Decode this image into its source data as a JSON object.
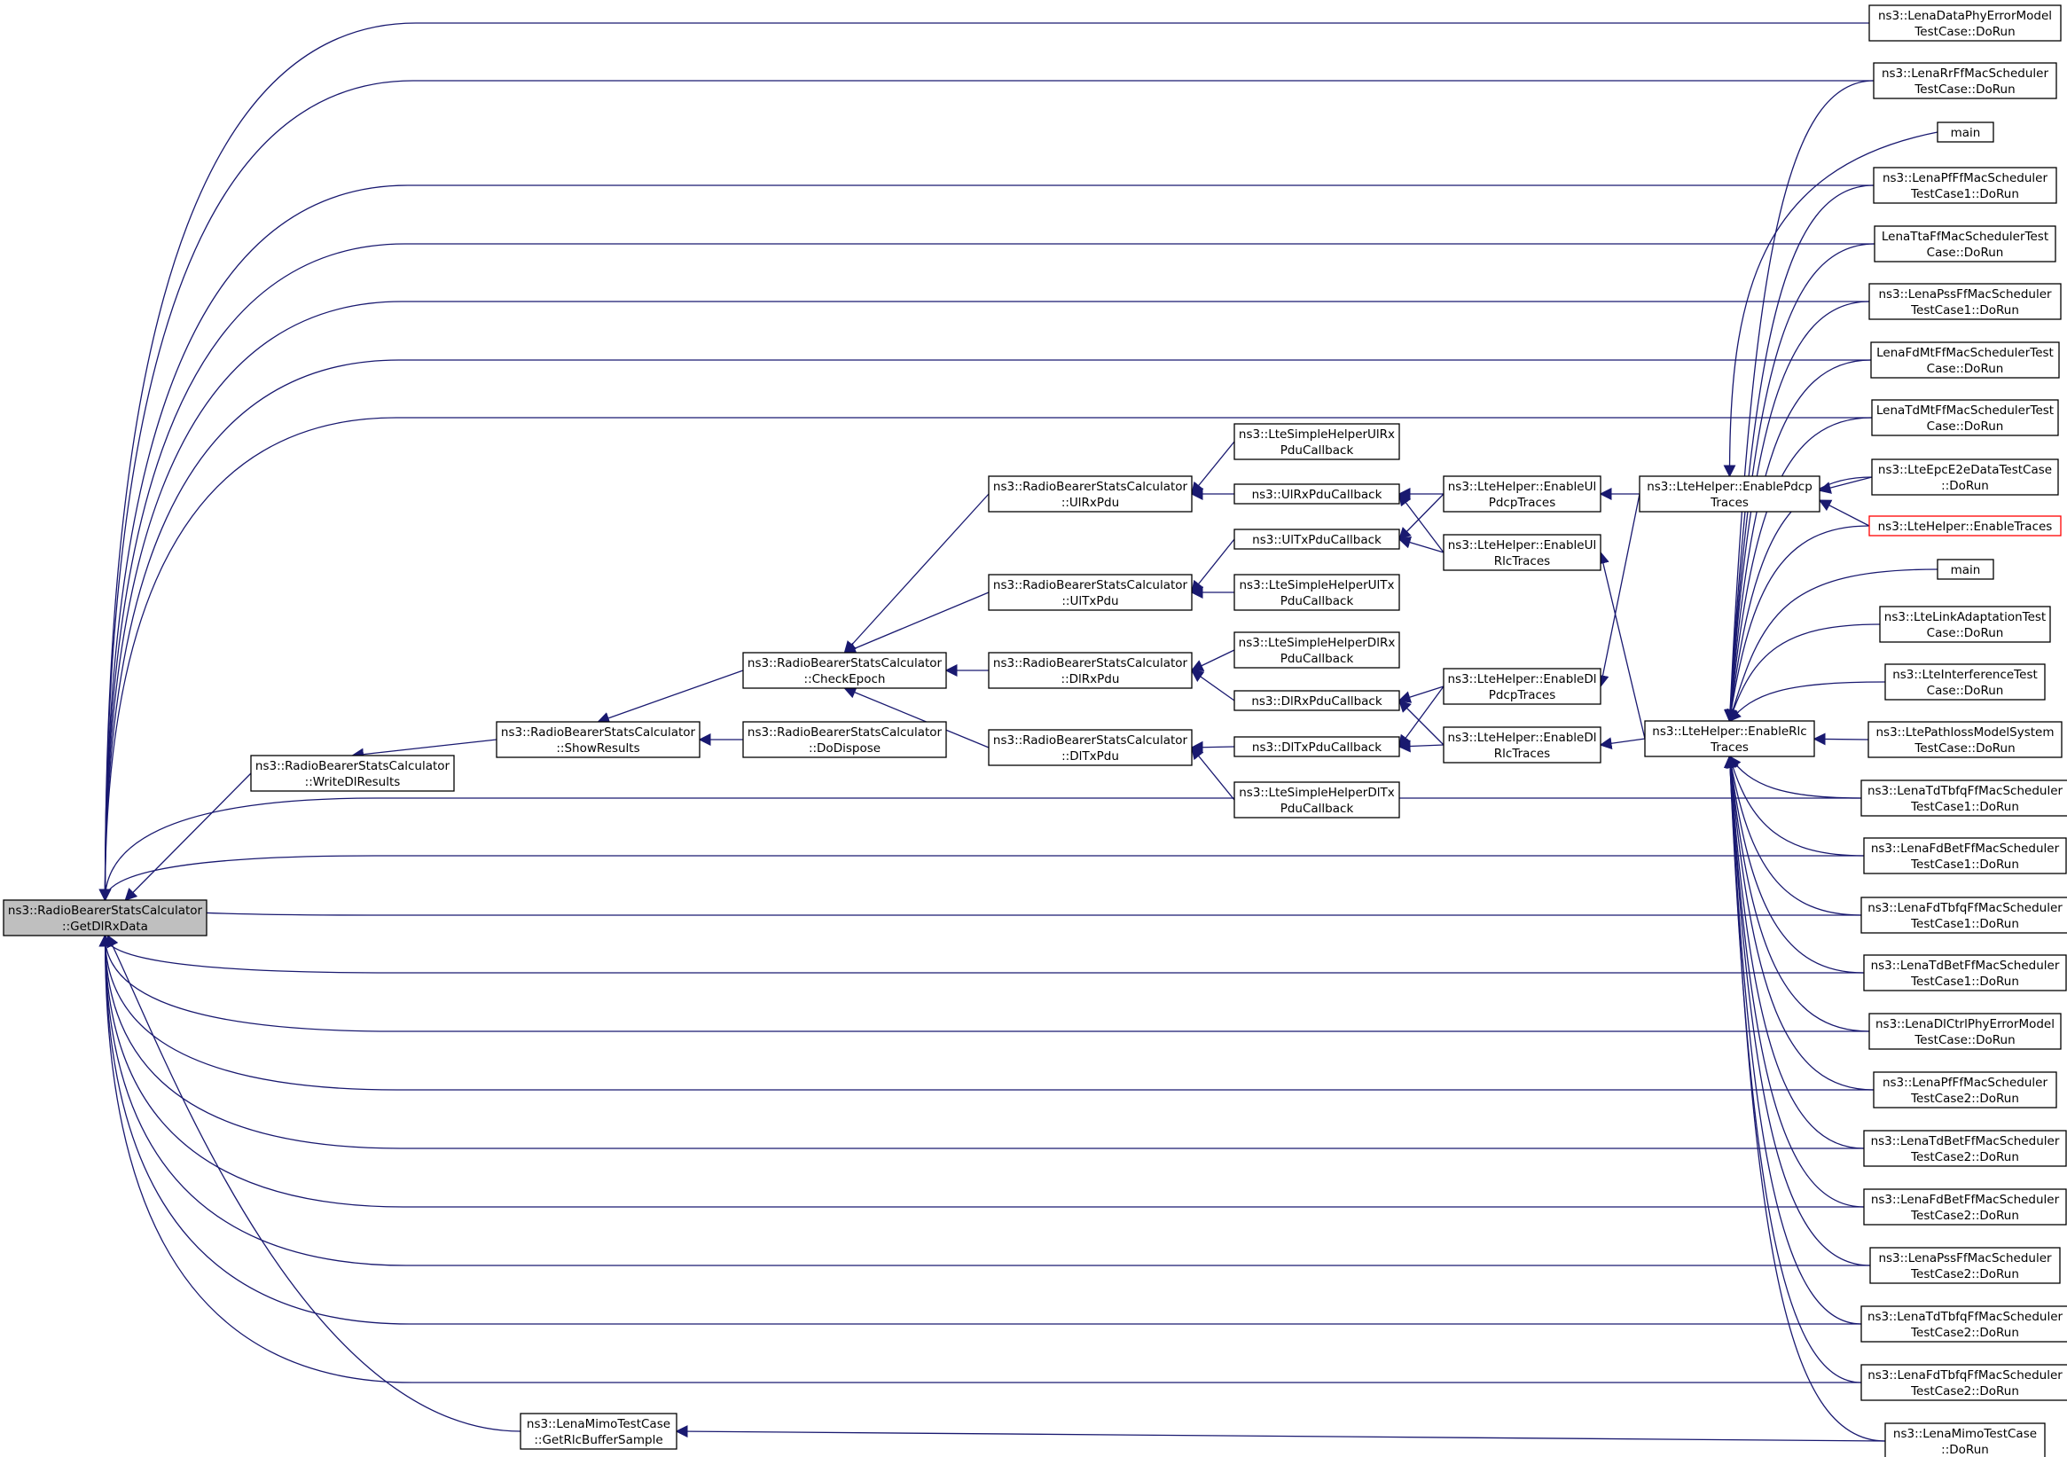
{
  "graph": {
    "root": "GetDlRxData",
    "nodes": [
      {
        "id": "GetDlRxData",
        "lines": [
          "ns3::RadioBearerStatsCalculator",
          "::GetDlRxData"
        ],
        "root": true
      },
      {
        "id": "WriteDlResults",
        "lines": [
          "ns3::RadioBearerStatsCalculator",
          "::WriteDlResults"
        ]
      },
      {
        "id": "ShowResults",
        "lines": [
          "ns3::RadioBearerStatsCalculator",
          "::ShowResults"
        ]
      },
      {
        "id": "CheckEpoch",
        "lines": [
          "ns3::RadioBearerStatsCalculator",
          "::CheckEpoch"
        ]
      },
      {
        "id": "DoDispose",
        "lines": [
          "ns3::RadioBearerStatsCalculator",
          "::DoDispose"
        ]
      },
      {
        "id": "UlRxPdu",
        "lines": [
          "ns3::RadioBearerStatsCalculator",
          "::UlRxPdu"
        ]
      },
      {
        "id": "UlTxPdu",
        "lines": [
          "ns3::RadioBearerStatsCalculator",
          "::UlTxPdu"
        ]
      },
      {
        "id": "DlRxPdu",
        "lines": [
          "ns3::RadioBearerStatsCalculator",
          "::DlRxPdu"
        ]
      },
      {
        "id": "DlTxPdu",
        "lines": [
          "ns3::RadioBearerStatsCalculator",
          "::DlTxPdu"
        ]
      },
      {
        "id": "SimpleUlRx",
        "lines": [
          "ns3::LteSimpleHelperUlRx",
          "PduCallback"
        ]
      },
      {
        "id": "UlRxPduCallback",
        "lines": [
          "ns3::UlRxPduCallback"
        ]
      },
      {
        "id": "UlTxPduCallback",
        "lines": [
          "ns3::UlTxPduCallback"
        ]
      },
      {
        "id": "SimpleUlTx",
        "lines": [
          "ns3::LteSimpleHelperUlTx",
          "PduCallback"
        ]
      },
      {
        "id": "SimpleDlRx",
        "lines": [
          "ns3::LteSimpleHelperDlRx",
          "PduCallback"
        ]
      },
      {
        "id": "DlRxPduCallback",
        "lines": [
          "ns3::DlRxPduCallback"
        ]
      },
      {
        "id": "DlTxPduCallback",
        "lines": [
          "ns3::DlTxPduCallback"
        ]
      },
      {
        "id": "SimpleDlTx",
        "lines": [
          "ns3::LteSimpleHelperDlTx",
          "PduCallback"
        ]
      },
      {
        "id": "EnableUlPdcp",
        "lines": [
          "ns3::LteHelper::EnableUl",
          "PdcpTraces"
        ]
      },
      {
        "id": "EnableUlRlc",
        "lines": [
          "ns3::LteHelper::EnableUl",
          "RlcTraces"
        ]
      },
      {
        "id": "EnableDlPdcp",
        "lines": [
          "ns3::LteHelper::EnableDl",
          "PdcpTraces"
        ]
      },
      {
        "id": "EnableDlRlc",
        "lines": [
          "ns3::LteHelper::EnableDl",
          "RlcTraces"
        ]
      },
      {
        "id": "EnablePdcp",
        "lines": [
          "ns3::LteHelper::EnablePdcp",
          "Traces"
        ]
      },
      {
        "id": "EnableRlc",
        "lines": [
          "ns3::LteHelper::EnableRlc",
          "Traces"
        ]
      },
      {
        "id": "GetRlcBufferSample",
        "lines": [
          "ns3::LenaMimoTestCase",
          "::GetRlcBufferSample"
        ]
      },
      {
        "id": "R1",
        "lines": [
          "ns3::LenaDataPhyErrorModel",
          "TestCase::DoRun"
        ]
      },
      {
        "id": "R2",
        "lines": [
          "ns3::LenaRrFfMacScheduler",
          "TestCase::DoRun"
        ]
      },
      {
        "id": "R3",
        "lines": [
          "main"
        ]
      },
      {
        "id": "R4",
        "lines": [
          "ns3::LenaPfFfMacScheduler",
          "TestCase1::DoRun"
        ]
      },
      {
        "id": "R5",
        "lines": [
          "LenaTtaFfMacSchedulerTest",
          "Case::DoRun"
        ]
      },
      {
        "id": "R6",
        "lines": [
          "ns3::LenaPssFfMacScheduler",
          "TestCase1::DoRun"
        ]
      },
      {
        "id": "R7",
        "lines": [
          "LenaFdMtFfMacSchedulerTest",
          "Case::DoRun"
        ]
      },
      {
        "id": "R8",
        "lines": [
          "LenaTdMtFfMacSchedulerTest",
          "Case::DoRun"
        ]
      },
      {
        "id": "R9",
        "lines": [
          "ns3::LteEpcE2eDataTestCase",
          "::DoRun"
        ]
      },
      {
        "id": "R10",
        "lines": [
          "ns3::LteHelper::EnableTraces"
        ],
        "truncated": true
      },
      {
        "id": "R11",
        "lines": [
          "main"
        ]
      },
      {
        "id": "R12",
        "lines": [
          "ns3::LteLinkAdaptationTest",
          "Case::DoRun"
        ]
      },
      {
        "id": "R13",
        "lines": [
          "ns3::LteInterferenceTest",
          "Case::DoRun"
        ]
      },
      {
        "id": "R14",
        "lines": [
          "ns3::LtePathlossModelSystem",
          "TestCase::DoRun"
        ]
      },
      {
        "id": "R15",
        "lines": [
          "ns3::LenaTdTbfqFfMacScheduler",
          "TestCase1::DoRun"
        ]
      },
      {
        "id": "R16",
        "lines": [
          "ns3::LenaFdBetFfMacScheduler",
          "TestCase1::DoRun"
        ]
      },
      {
        "id": "R17",
        "lines": [
          "ns3::LenaFdTbfqFfMacScheduler",
          "TestCase1::DoRun"
        ]
      },
      {
        "id": "R18",
        "lines": [
          "ns3::LenaTdBetFfMacScheduler",
          "TestCase1::DoRun"
        ]
      },
      {
        "id": "R19",
        "lines": [
          "ns3::LenaDlCtrlPhyErrorModel",
          "TestCase::DoRun"
        ]
      },
      {
        "id": "R20",
        "lines": [
          "ns3::LenaPfFfMacScheduler",
          "TestCase2::DoRun"
        ]
      },
      {
        "id": "R21",
        "lines": [
          "ns3::LenaTdBetFfMacScheduler",
          "TestCase2::DoRun"
        ]
      },
      {
        "id": "R22",
        "lines": [
          "ns3::LenaFdBetFfMacScheduler",
          "TestCase2::DoRun"
        ]
      },
      {
        "id": "R23",
        "lines": [
          "ns3::LenaPssFfMacScheduler",
          "TestCase2::DoRun"
        ]
      },
      {
        "id": "R24",
        "lines": [
          "ns3::LenaTdTbfqFfMacScheduler",
          "TestCase2::DoRun"
        ]
      },
      {
        "id": "R25",
        "lines": [
          "ns3::LenaFdTbfqFfMacScheduler",
          "TestCase2::DoRun"
        ]
      },
      {
        "id": "R26",
        "lines": [
          "ns3::LenaMimoTestCase",
          "::DoRun"
        ]
      }
    ],
    "edges": [
      [
        "GetDlRxData",
        "WriteDlResults"
      ],
      [
        "GetDlRxData",
        "GetRlcBufferSample"
      ],
      [
        "WriteDlResults",
        "ShowResults"
      ],
      [
        "ShowResults",
        "CheckEpoch"
      ],
      [
        "ShowResults",
        "DoDispose"
      ],
      [
        "CheckEpoch",
        "UlRxPdu"
      ],
      [
        "CheckEpoch",
        "UlTxPdu"
      ],
      [
        "CheckEpoch",
        "DlRxPdu"
      ],
      [
        "CheckEpoch",
        "DlTxPdu"
      ],
      [
        "UlRxPdu",
        "SimpleUlRx"
      ],
      [
        "UlRxPdu",
        "UlRxPduCallback"
      ],
      [
        "UlTxPdu",
        "UlTxPduCallback"
      ],
      [
        "UlTxPdu",
        "SimpleUlTx"
      ],
      [
        "DlRxPdu",
        "SimpleDlRx"
      ],
      [
        "DlRxPdu",
        "DlRxPduCallback"
      ],
      [
        "DlTxPdu",
        "DlTxPduCallback"
      ],
      [
        "DlTxPdu",
        "SimpleDlTx"
      ],
      [
        "UlRxPduCallback",
        "EnableUlPdcp"
      ],
      [
        "UlRxPduCallback",
        "EnableUlRlc"
      ],
      [
        "UlTxPduCallback",
        "EnableUlPdcp"
      ],
      [
        "UlTxPduCallback",
        "EnableUlRlc"
      ],
      [
        "DlRxPduCallback",
        "EnableDlPdcp"
      ],
      [
        "DlRxPduCallback",
        "EnableDlRlc"
      ],
      [
        "DlTxPduCallback",
        "EnableDlPdcp"
      ],
      [
        "DlTxPduCallback",
        "EnableDlRlc"
      ],
      [
        "EnableUlPdcp",
        "EnablePdcp"
      ],
      [
        "EnableDlPdcp",
        "EnablePdcp"
      ],
      [
        "EnableUlRlc",
        "EnableRlc"
      ],
      [
        "EnableDlRlc",
        "EnableRlc"
      ],
      [
        "EnablePdcp",
        "R3"
      ],
      [
        "EnablePdcp",
        "R9"
      ],
      [
        "EnablePdcp",
        "R10"
      ],
      [
        "EnableRlc",
        "R2"
      ],
      [
        "EnableRlc",
        "R4"
      ],
      [
        "EnableRlc",
        "R5"
      ],
      [
        "EnableRlc",
        "R6"
      ],
      [
        "EnableRlc",
        "R7"
      ],
      [
        "EnableRlc",
        "R8"
      ],
      [
        "EnableRlc",
        "R9"
      ],
      [
        "EnableRlc",
        "R10"
      ],
      [
        "EnableRlc",
        "R11"
      ],
      [
        "EnableRlc",
        "R12"
      ],
      [
        "EnableRlc",
        "R13"
      ],
      [
        "EnableRlc",
        "R14"
      ],
      [
        "EnableRlc",
        "R15"
      ],
      [
        "EnableRlc",
        "R16"
      ],
      [
        "EnableRlc",
        "R17"
      ],
      [
        "EnableRlc",
        "R18"
      ],
      [
        "EnableRlc",
        "R19"
      ],
      [
        "EnableRlc",
        "R20"
      ],
      [
        "EnableRlc",
        "R21"
      ],
      [
        "EnableRlc",
        "R22"
      ],
      [
        "EnableRlc",
        "R23"
      ],
      [
        "EnableRlc",
        "R24"
      ],
      [
        "EnableRlc",
        "R25"
      ],
      [
        "EnableRlc",
        "R26"
      ],
      [
        "GetRlcBufferSample",
        "R26"
      ],
      [
        "GetDlRxData",
        "R1"
      ],
      [
        "GetDlRxData",
        "R2"
      ],
      [
        "GetDlRxData",
        "R4"
      ],
      [
        "GetDlRxData",
        "R5"
      ],
      [
        "GetDlRxData",
        "R6"
      ],
      [
        "GetDlRxData",
        "R7"
      ],
      [
        "GetDlRxData",
        "R8"
      ],
      [
        "GetDlRxData",
        "R15"
      ],
      [
        "GetDlRxData",
        "R16"
      ],
      [
        "GetDlRxData",
        "R17"
      ],
      [
        "GetDlRxData",
        "R18"
      ],
      [
        "GetDlRxData",
        "R19"
      ],
      [
        "GetDlRxData",
        "R20"
      ],
      [
        "GetDlRxData",
        "R21"
      ],
      [
        "GetDlRxData",
        "R22"
      ],
      [
        "GetDlRxData",
        "R23"
      ],
      [
        "GetDlRxData",
        "R24"
      ],
      [
        "GetDlRxData",
        "R25"
      ]
    ]
  },
  "colors": {
    "edge": "#191970",
    "node_border": "#000000",
    "root_fill": "#bfbfbf",
    "truncated_border": "#ff0000",
    "background": "#ffffff"
  }
}
